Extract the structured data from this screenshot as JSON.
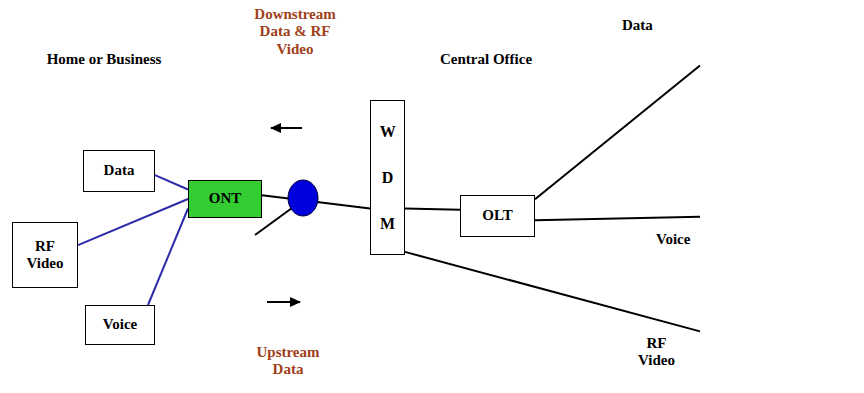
{
  "diagram": {
    "nodes": [
      {
        "text": [
          "Home or Business"
        ]
      },
      {
        "text": [
          "Data"
        ],
        "in": 0
      },
      {
        "text": [
          "RF Video"
        ],
        "in": 0
      },
      {
        "text": [
          "Voice"
        ],
        "in": 0
      },
      {
        "text": [
          "ONT"
        ],
        "in": 0
      },
      {
        "text": [
          "Central Office"
        ]
      },
      {
        "text": [
          "W D M"
        ],
        "in": 5
      },
      {
        "text": [
          "OLT"
        ],
        "in": 5
      },
      {
        "text": [
          "Data"
        ]
      },
      {
        "text": [
          "Voice"
        ]
      },
      {
        "text": [
          "RF Video"
        ]
      }
    ],
    "edges": [
      {
        "from": 1,
        "to": 4,
        "arrow": "none"
      },
      {
        "from": 2,
        "to": 4,
        "arrow": "none"
      },
      {
        "from": 3,
        "to": 4,
        "arrow": "none"
      },
      {
        "from": 4,
        "to": 6,
        "arrow": "none"
      },
      {
        "from": 6,
        "to": 7,
        "arrow": "none"
      },
      {
        "from": 7,
        "to": 8,
        "arrow": "none"
      },
      {
        "from": 7,
        "to": 9,
        "arrow": "none"
      },
      {
        "from": 6,
        "to": 10,
        "arrow": "none"
      }
    ],
    "labels": [
      "Downstream Data & RF Video",
      "Upstream Data"
    ]
  }
}
